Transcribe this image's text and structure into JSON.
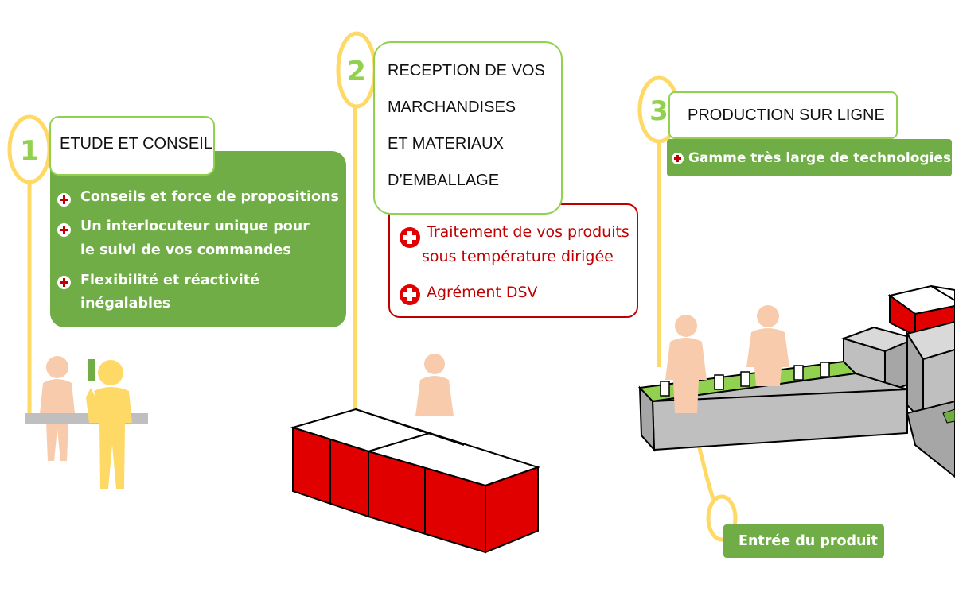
{
  "colors": {
    "green": "#70ad47",
    "light_green": "#92d050",
    "yellow": "#ffd966",
    "red": "#e00000",
    "dark_red": "#c00000",
    "skin": "#f8cbad",
    "grey": "#bfbfbf"
  },
  "step1": {
    "number": "1",
    "title": "ETUDE ET CONSEIL",
    "items": [
      {
        "icon": "plus-icon",
        "lines": [
          "Conseils et force de propositions"
        ]
      },
      {
        "icon": "plus-icon",
        "lines": [
          "Un interlocuteur unique pour",
          "le suivi de vos commandes"
        ]
      },
      {
        "icon": "plus-icon",
        "lines": [
          "Flexibilité et réactivité inégalables"
        ]
      }
    ]
  },
  "step2": {
    "number": "2",
    "title_lines": [
      "RECEPTION DE VOS",
      "MARCHANDISES",
      "ET MATERIAUX",
      "D’EMBALLAGE"
    ],
    "items": [
      {
        "icon": "plus-icon",
        "lines": [
          "Traitement de vos produits",
          "sous température dirigée"
        ]
      },
      {
        "icon": "plus-icon",
        "lines": [
          "Agrément DSV"
        ]
      }
    ]
  },
  "step3": {
    "number": "3",
    "title": "PRODUCTION SUR LIGNE",
    "feature": {
      "icon": "plus-icon",
      "label": "Gamme très large de technologies"
    },
    "entry_label": "Entrée du produit"
  }
}
